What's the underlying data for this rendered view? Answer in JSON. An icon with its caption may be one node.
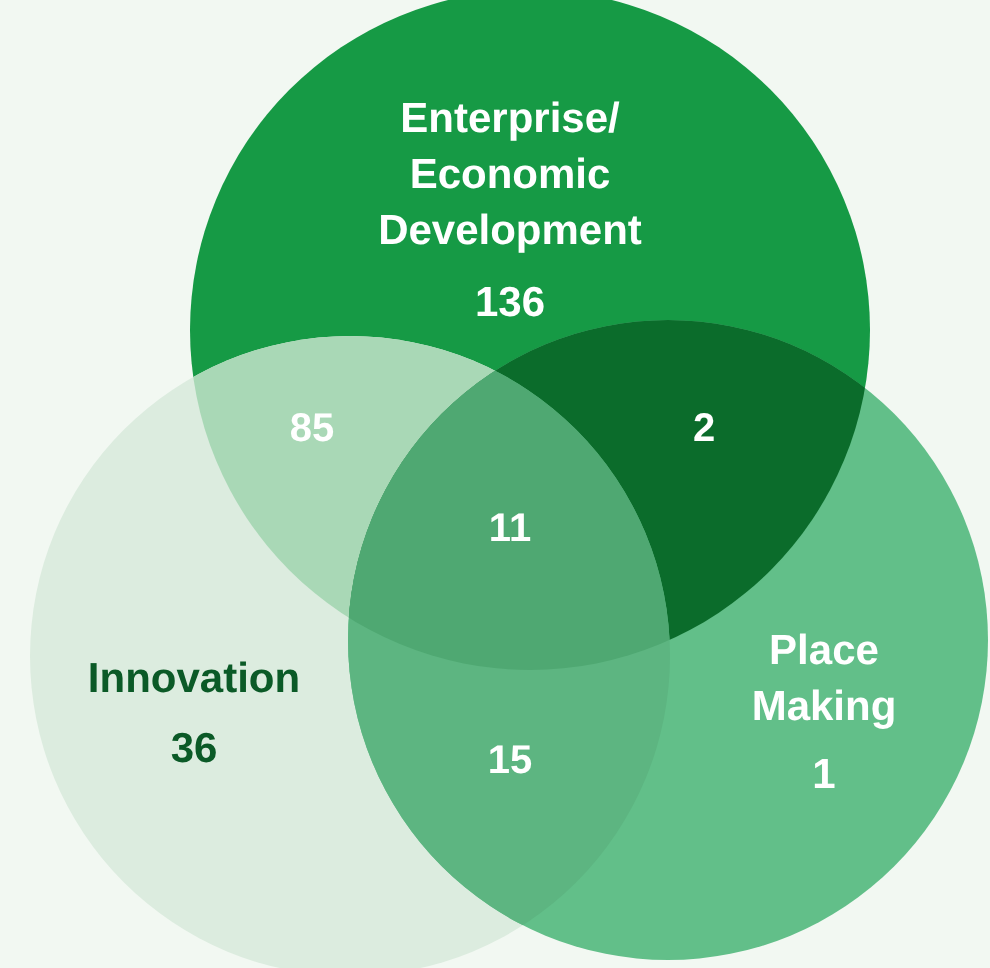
{
  "diagram": {
    "nodes": [
      {
        "text": [
          "Enterprise/ Economic Development",
          "136"
        ]
      },
      {
        "text": [
          "Innovation",
          "36"
        ]
      },
      {
        "text": [
          "Place Making",
          "1"
        ]
      }
    ],
    "labels": [
      "85",
      "2",
      "11",
      "15"
    ]
  }
}
